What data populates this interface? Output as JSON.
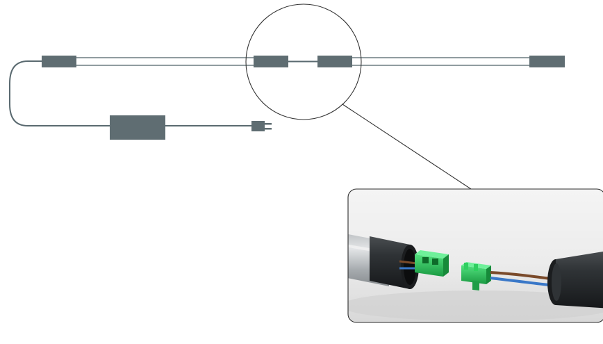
{
  "diagram": {
    "components": [
      {
        "name": "led-bar",
        "count": 2
      },
      {
        "name": "end-cap",
        "count": 4
      },
      {
        "name": "power-adapter",
        "count": 1
      },
      {
        "name": "plug",
        "count": 1
      },
      {
        "name": "magnifier-circle",
        "count": 1
      },
      {
        "name": "detail-photo-panel",
        "count": 1
      }
    ],
    "detail_view": {
      "depicts": "connector-joint",
      "parts": [
        "tube-left",
        "connector-female",
        "connector-male",
        "wire-brown",
        "wire-blue",
        "tube-right"
      ]
    },
    "colors": {
      "line": "#5a6a70",
      "module_fill": "#5f6d72",
      "tube_outline": "#6c7b80",
      "panel_border": "#2c2c2c",
      "connector_green": "#27c25a",
      "wire_brown": "#7a4a2a",
      "wire_blue": "#3a78c8",
      "tube_dark": "#2a2d2f"
    }
  }
}
